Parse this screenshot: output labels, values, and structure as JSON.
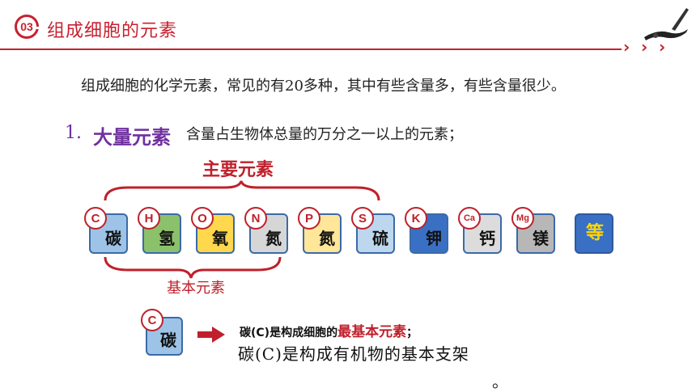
{
  "header": {
    "badge": "03",
    "title": "组成细胞的元素",
    "chevrons": [
      "›",
      "›",
      "›"
    ],
    "accent_color": "#c8202f"
  },
  "intro": "组成细胞的化学元素，常见的有20多种，其中有些含量多，有些含量很少。",
  "section": {
    "number": "1.",
    "name": "大量元素",
    "description": "含量占生物体总量的万分之一以上的元素；"
  },
  "brackets": {
    "main_label": "主要元素",
    "basic_label": "基本元素"
  },
  "elements": [
    {
      "symbol": "C",
      "name": "碳",
      "color": "#9dc3e6"
    },
    {
      "symbol": "H",
      "name": "氢",
      "color": "#8cc16b"
    },
    {
      "symbol": "O",
      "name": "氧",
      "color": "#ffd84d"
    },
    {
      "symbol": "N",
      "name": "氮",
      "color": "#d6d6d6"
    },
    {
      "symbol": "P",
      "name": "氮",
      "color": "#ffe699"
    },
    {
      "symbol": "S",
      "name": "硫",
      "color": "#bdd7ee"
    },
    {
      "symbol": "K",
      "name": "钾",
      "color": "#3a70c4"
    },
    {
      "symbol": "Ca",
      "name": "钙",
      "color": "#dcdcdc"
    },
    {
      "symbol": "Mg",
      "name": "镁",
      "color": "#b7b7b7"
    }
  ],
  "etc_tile": {
    "text": "等",
    "color": "#3a70c4",
    "text_color": "#ffd700"
  },
  "carbon_note": {
    "symbol": "C",
    "name": "碳",
    "line1_prefix": "碳(C)是构成细胞的",
    "line1_highlight": "最基本元素",
    "line1_suffix": "；",
    "line2": "碳(C)是构成有机物的基本支架",
    "line2_end": "。"
  }
}
